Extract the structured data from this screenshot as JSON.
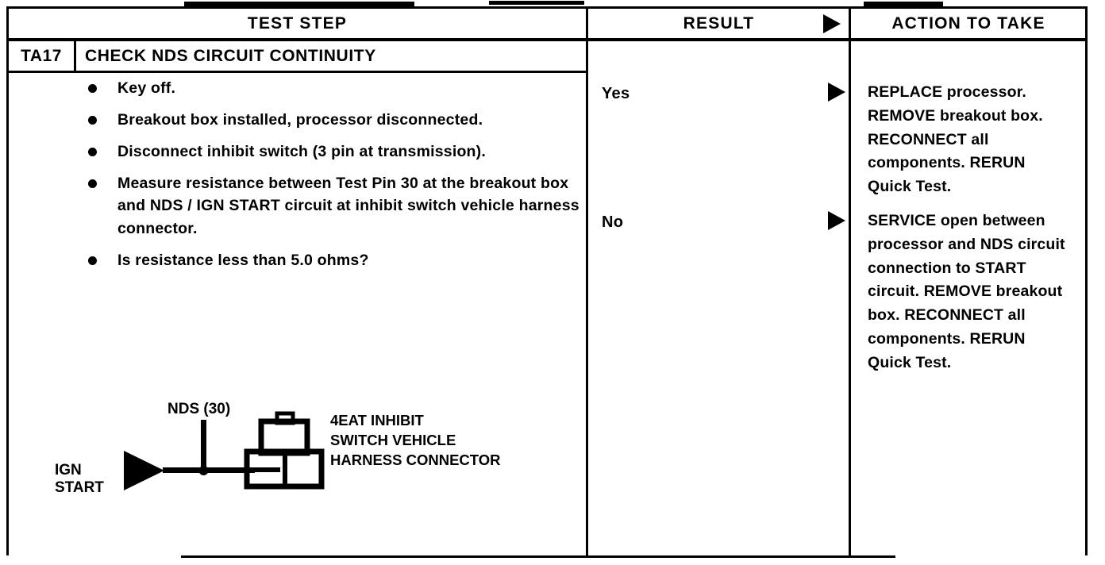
{
  "table": {
    "headers": {
      "test_step": "TEST STEP",
      "result": "RESULT",
      "action": "ACTION TO TAKE"
    },
    "step_id": "TA17",
    "step_title": "CHECK NDS CIRCUIT CONTINUITY",
    "steps": [
      "Key off.",
      "Breakout box installed, processor disconnected.",
      "Disconnect inhibit switch (3 pin at transmission).",
      "Measure resistance between Test Pin 30 at the breakout box and NDS / IGN START circuit at inhibit switch vehicle harness connector.",
      "Is resistance less than 5.0 ohms?"
    ],
    "results": [
      {
        "label": "Yes"
      },
      {
        "label": "No"
      }
    ],
    "actions": [
      "REPLACE processor. REMOVE breakout box. RECONNECT all components. RERUN Quick Test.",
      "SERVICE open between processor and NDS circuit connection to START circuit. REMOVE breakout box. RECONNECT all components. RERUN Quick Test."
    ]
  },
  "schematic": {
    "source_label_line1": "IGN",
    "source_label_line2": "START",
    "pin_label": "NDS (30)",
    "connector_label_line1": "4EAT INHIBIT",
    "connector_label_line2": "SWITCH VEHICLE",
    "connector_label_line3": "HARNESS CONNECTOR"
  },
  "colors": {
    "ink": "#000000",
    "paper": "#ffffff"
  }
}
